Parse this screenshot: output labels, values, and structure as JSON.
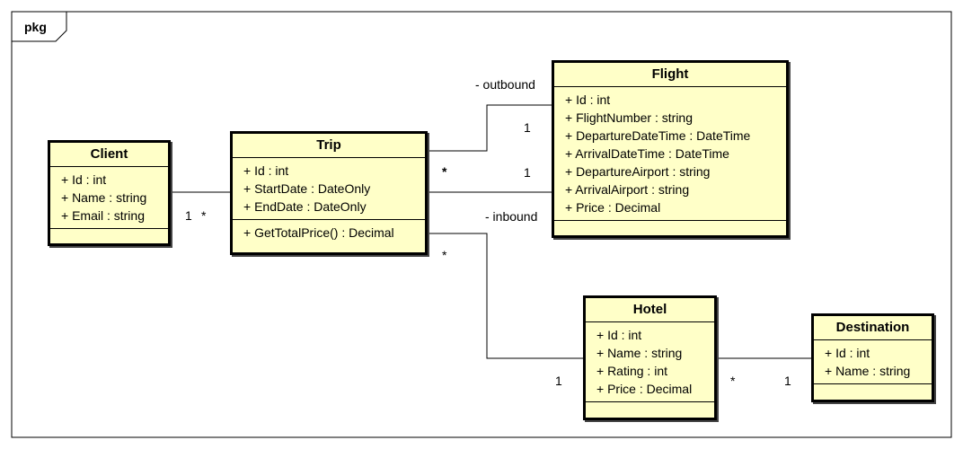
{
  "package": {
    "name": "pkg"
  },
  "classes": {
    "client": {
      "name": "Client",
      "attributes": [
        "+ Id : int",
        "+ Name : string",
        "+ Email : string"
      ],
      "operations": []
    },
    "trip": {
      "name": "Trip",
      "attributes": [
        "+ Id : int",
        "+ StartDate : DateOnly",
        "+ EndDate : DateOnly"
      ],
      "operations": [
        "+ GetTotalPrice() : Decimal"
      ]
    },
    "flight": {
      "name": "Flight",
      "attributes": [
        "+ Id : int",
        "+ FlightNumber : string",
        "+ DepartureDateTime : DateTime",
        "+ ArrivalDateTime : DateTime",
        "+ DepartureAirport : string",
        "+ ArrivalAirport : string",
        "+ Price : Decimal"
      ],
      "operations": []
    },
    "hotel": {
      "name": "Hotel",
      "attributes": [
        "+ Id : int",
        "+ Name : string",
        "+ Rating : int",
        "+ Price : Decimal"
      ],
      "operations": []
    },
    "destination": {
      "name": "Destination",
      "attributes": [
        "+ Id : int",
        "+ Name : string"
      ],
      "operations": []
    }
  },
  "associations": {
    "client_trip": {
      "client_mult": "1",
      "trip_mult": "*"
    },
    "trip_flight_outbound": {
      "role": "- outbound",
      "trip_mult": "*",
      "flight_mult": "1"
    },
    "trip_flight_inbound": {
      "role": "- inbound",
      "flight_mult": "1"
    },
    "trip_hotel": {
      "trip_mult": "*",
      "hotel_mult": "1"
    },
    "hotel_destination": {
      "hotel_mult": "*",
      "destination_mult": "1"
    }
  }
}
